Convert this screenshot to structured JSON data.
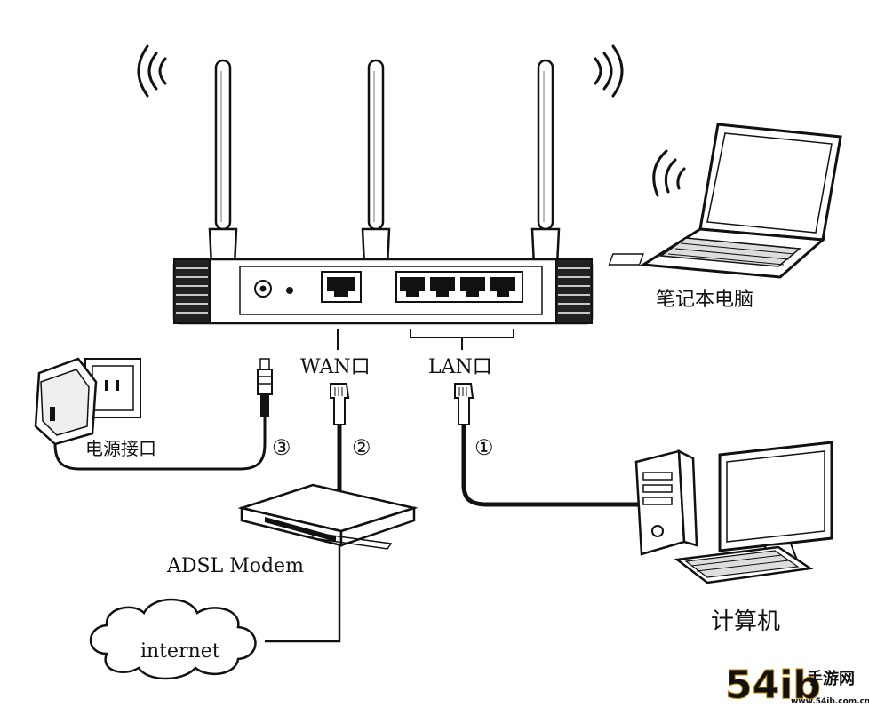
{
  "labels": {
    "laptop": "笔记本电脑",
    "wan": "WAN口",
    "lan": "LAN口",
    "power": "电源接口",
    "modem": "ADSL Modem",
    "internet": "internet",
    "computer": "计算机",
    "step1": "①",
    "step2": "②",
    "step3": "③"
  },
  "watermark": {
    "brand": "54ib",
    "site_cn": "手游网",
    "url": "www.54ib.com.cn"
  }
}
